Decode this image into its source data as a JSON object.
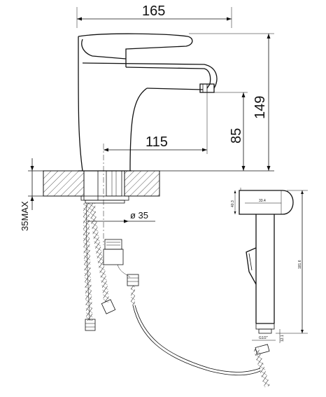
{
  "dimensions": {
    "overall_width": "165",
    "overall_height": "149",
    "spout_height": "85",
    "spout_reach": "115",
    "deck_thickness": "35MAX",
    "hole_diameter": "ø 35"
  },
  "sprayer": {
    "head_height": "40.3",
    "head_width": "33.4",
    "length": "181.6",
    "thread": "G1/2\"",
    "tip": "12.1"
  },
  "colors": {
    "line": "#111111",
    "background": "#ffffff"
  }
}
